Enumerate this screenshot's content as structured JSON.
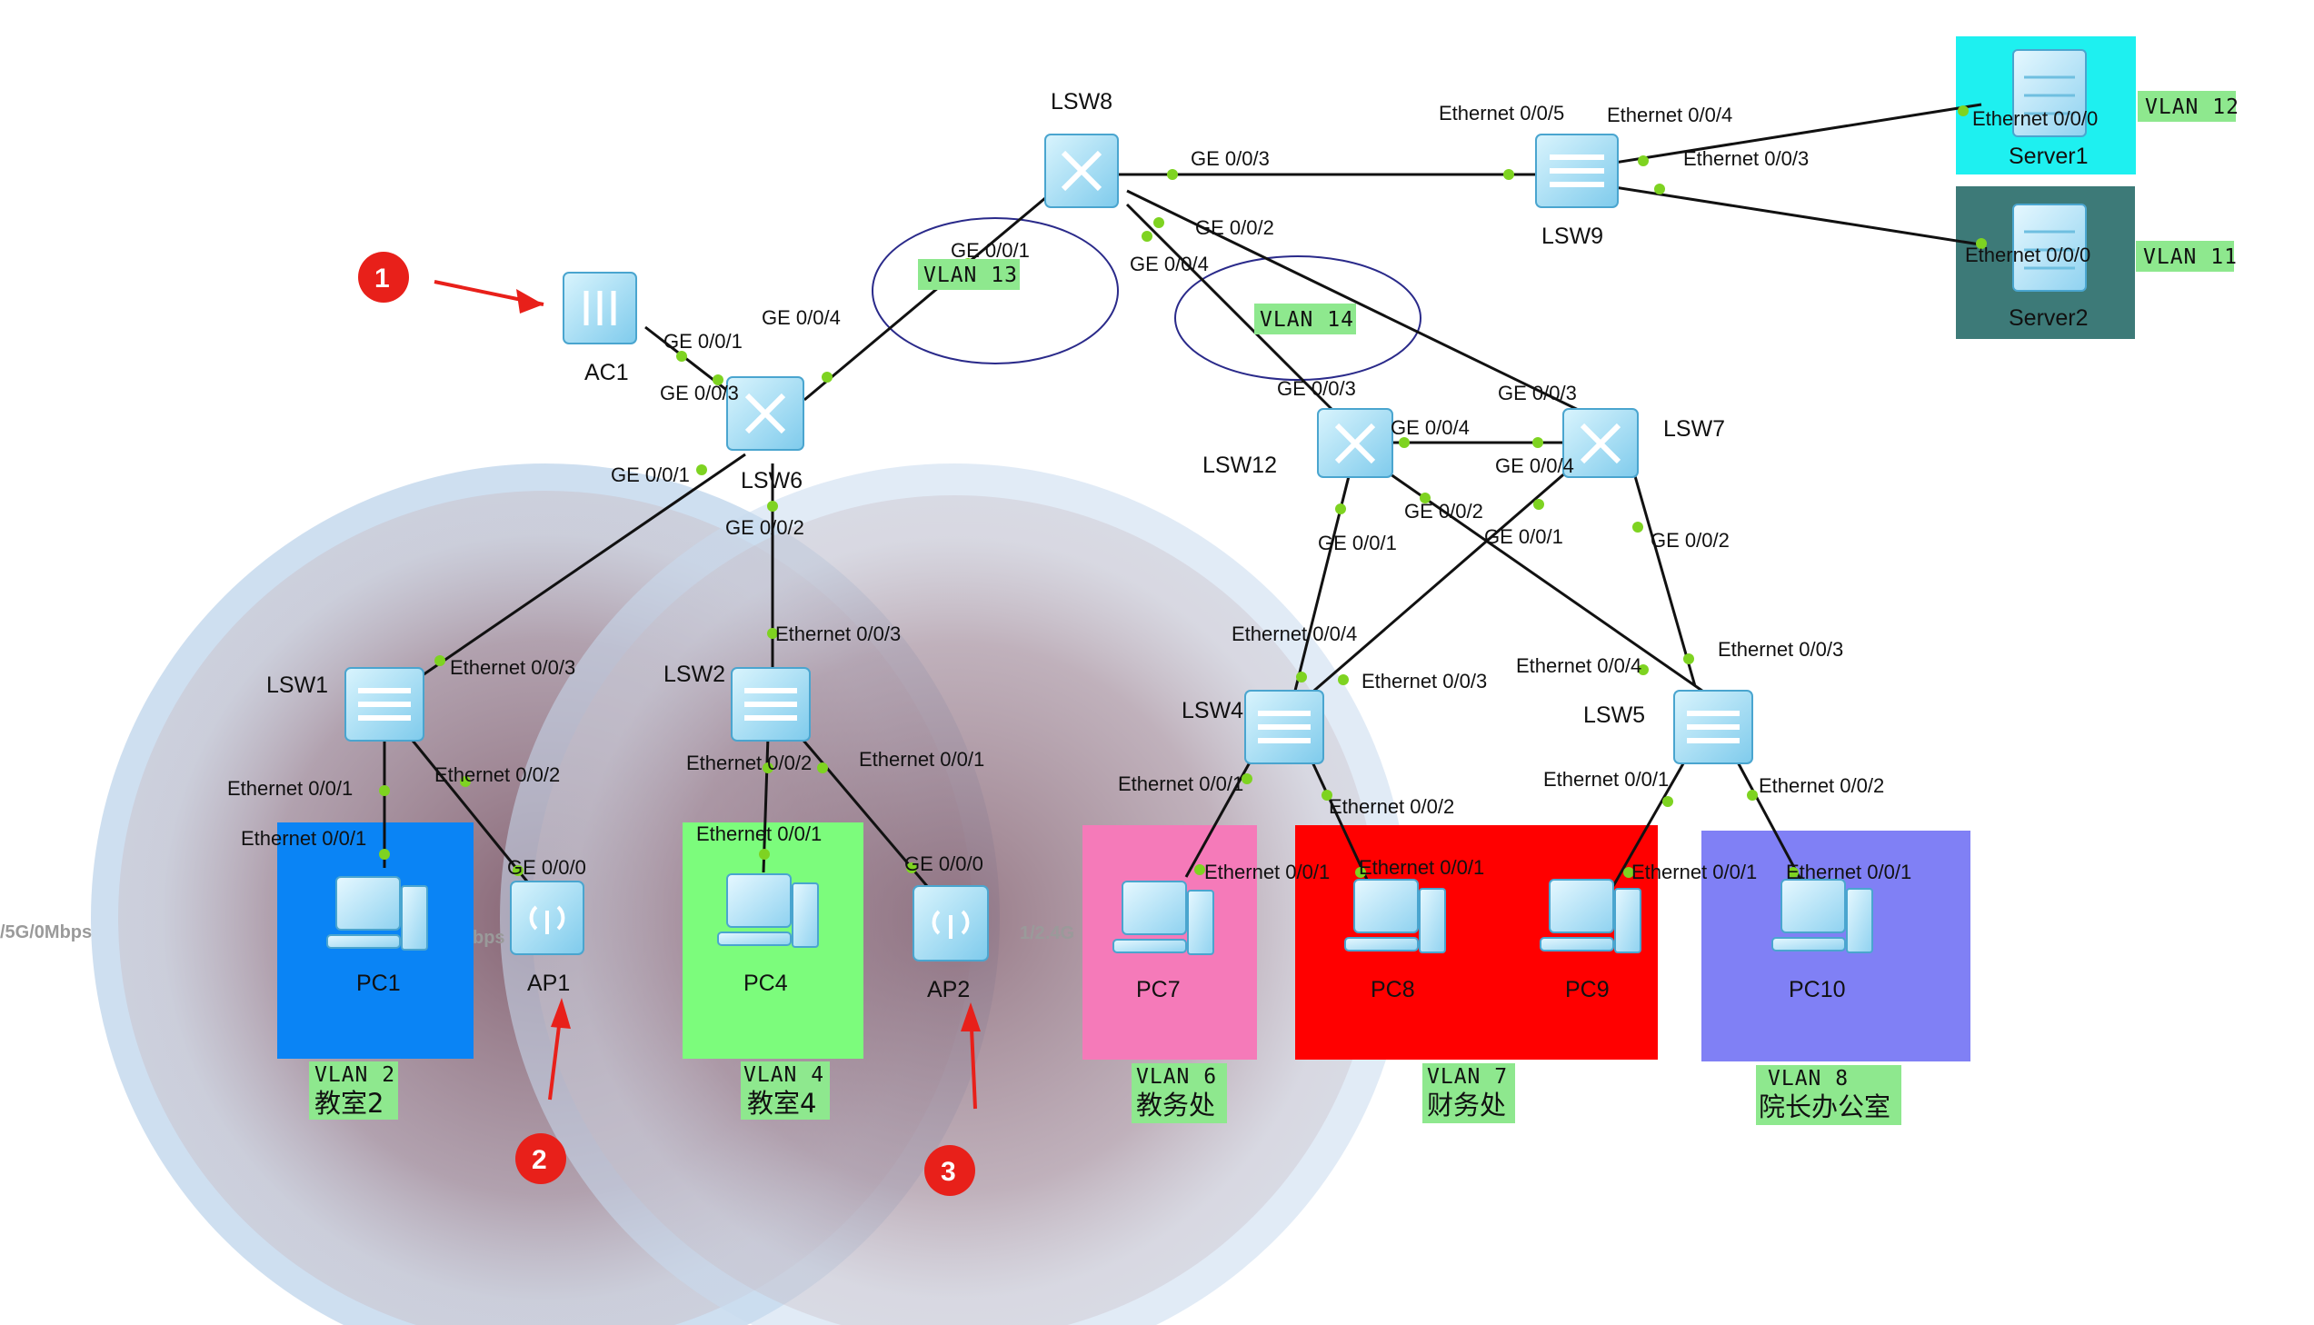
{
  "devices": {
    "LSW8": "LSW8",
    "LSW9": "LSW9",
    "LSW6": "LSW6",
    "LSW12": "LSW12",
    "LSW7": "LSW7",
    "LSW1": "LSW1",
    "LSW2": "LSW2",
    "LSW4": "LSW4",
    "LSW5": "LSW5",
    "AC1": "AC1",
    "AP1": "AP1",
    "AP2": "AP2",
    "PC1": "PC1",
    "PC4": "PC4",
    "PC7": "PC7",
    "PC8": "PC8",
    "PC9": "PC9",
    "PC10": "PC10",
    "Server1": "Server1",
    "Server2": "Server2"
  },
  "ports": {
    "lsw8_ge003": "GE 0/0/3",
    "lsw8_ge002": "GE 0/0/2",
    "lsw8_ge001": "GE 0/0/1",
    "lsw8_ge004": "GE 0/0/4",
    "lsw9_eth005": "Ethernet 0/0/5",
    "lsw9_eth004": "Ethernet 0/0/4",
    "lsw9_eth003": "Ethernet 0/0/3",
    "server1_eth": "Ethernet 0/0/0",
    "server2_eth": "Ethernet 0/0/0",
    "ac1_ge001": "GE 0/0/1",
    "lsw6_ge004": "GE 0/0/4",
    "lsw6_ge003": "GE 0/0/3",
    "lsw6_ge001": "GE 0/0/1",
    "lsw6_ge002": "GE 0/0/2",
    "lsw12_ge003": "GE 0/0/3",
    "lsw12_ge004": "GE 0/0/4",
    "lsw12_ge002": "GE 0/0/2",
    "lsw12_ge001": "GE 0/0/1",
    "lsw7_ge003": "GE 0/0/3",
    "lsw7_ge004": "GE 0/0/4",
    "lsw7_ge001": "GE 0/0/1",
    "lsw7_ge002": "GE 0/0/2",
    "lsw1_eth003": "Ethernet 0/0/3",
    "lsw1_eth001": "Ethernet 0/0/1",
    "lsw1_eth002": "Ethernet 0/0/2",
    "pc1_eth001": "Ethernet 0/0/1",
    "ap1_ge000": "GE 0/0/0",
    "lsw2_eth003": "Ethernet 0/0/3",
    "lsw2_eth002": "Ethernet 0/0/2",
    "lsw2_eth001": "Ethernet 0/0/1",
    "pc4_eth001": "Ethernet 0/0/1",
    "ap2_ge000": "GE 0/0/0",
    "lsw4_eth004": "Ethernet 0/0/4",
    "lsw4_eth003": "Ethernet 0/0/3",
    "lsw4_eth001": "Ethernet 0/0/1",
    "lsw4_eth002": "Ethernet 0/0/2",
    "pc7_eth001": "Ethernet 0/0/1",
    "pc8_eth001": "Ethernet 0/0/1",
    "lsw5_eth004": "Ethernet 0/0/4",
    "lsw5_eth003": "Ethernet 0/0/3",
    "lsw5_eth001": "Ethernet 0/0/1",
    "lsw5_eth002": "Ethernet 0/0/2",
    "pc9_eth001": "Ethernet 0/0/1",
    "pc10_eth001": "Ethernet 0/0/1"
  },
  "vlan_tags": {
    "v12": "VLAN 12",
    "v11": "VLAN 11",
    "v13": "VLAN 13",
    "v14": "VLAN 14",
    "v2": "VLAN 2",
    "v4": "VLAN 4",
    "v6": "VLAN 6",
    "v7": "VLAN 7",
    "v8": "VLAN 8"
  },
  "rooms": {
    "r2": "教室2",
    "r4": "教室4",
    "r6": "教务处",
    "r7": "财务处",
    "r8": "院长办公室"
  },
  "wlan_labels": {
    "ap1_left": "/5G/0Mbps",
    "ap1_right": "bps",
    "ap2_right": "1/2.4G"
  },
  "markers": {
    "m1": "1",
    "m2": "2",
    "m3": "3"
  },
  "colors": {
    "vlan2": "#0a84f5",
    "vlan4": "#7cfc7c",
    "vlan6": "#f57ab9",
    "vlan7": "#ff0000",
    "vlan8": "#8080f5",
    "server1_bg": "#1ef0f0",
    "server2_bg": "#3d7a78",
    "tag_bg": "#8ee88e",
    "port": "#7ed321",
    "marker": "#e8201a"
  }
}
